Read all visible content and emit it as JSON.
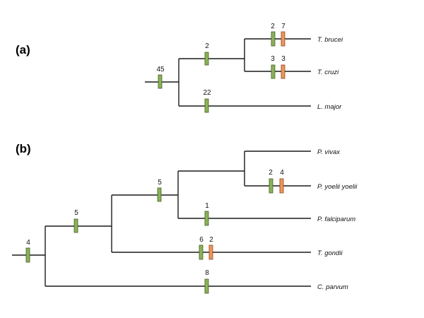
{
  "panels": {
    "a": {
      "label": "(a)",
      "taxa": [
        "T. brucei",
        "T. cruzi",
        "L. major"
      ],
      "counts": {
        "root": "45",
        "tryp_ancestor": "2",
        "tbrucei_green": "2",
        "tbrucei_orange": "7",
        "tcruzi_green": "3",
        "tcruzi_orange": "3",
        "lmajor": "22"
      }
    },
    "b": {
      "label": "(b)",
      "taxa": [
        "P. vivax",
        "P. yoelii yoelii",
        "P. falciparum",
        "T. gondii",
        "C. parvum"
      ],
      "counts": {
        "root": "4",
        "n1": "5",
        "plasmodium": "5",
        "pyoelii_green": "2",
        "pyoelii_orange": "4",
        "pfalciparum": "1",
        "tgondii_green": "6",
        "tgondii_orange": "2",
        "cparvum": "8"
      }
    }
  },
  "colors": {
    "green_marker": "#8db15a",
    "orange_marker": "#f0955a",
    "branch": "#1a1a1a"
  }
}
